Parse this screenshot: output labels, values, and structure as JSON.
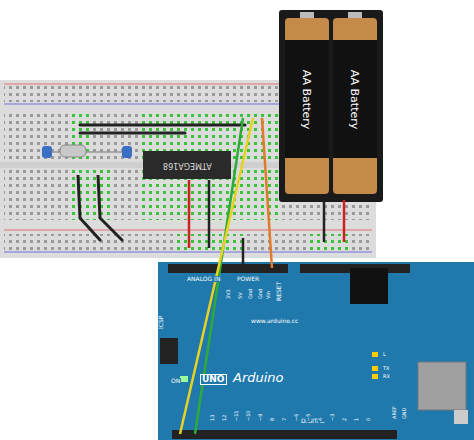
{
  "diagram": {
    "nodes": [
      {
        "text": [
          "ATMEGA168"
        ]
      },
      {
        "text": [
          "AA Battery"
        ]
      },
      {
        "text": [
          "AA Battery"
        ]
      }
    ],
    "labels": [
      "ANALOG IN",
      "POWER",
      "RESET",
      "3V3",
      "5V",
      "Gnd",
      "Gnd",
      "Vin",
      "ICSP",
      "ON",
      "UNO",
      "Arduino",
      "www.arduino.cc",
      "DIGITAL",
      "TX",
      "RX",
      "L",
      "AREF",
      "GND",
      "13",
      "12",
      "~11",
      "~10",
      "~9",
      "8",
      "7",
      "~6",
      "~5",
      "4",
      "~3",
      "2",
      "1",
      "0"
    ]
  }
}
